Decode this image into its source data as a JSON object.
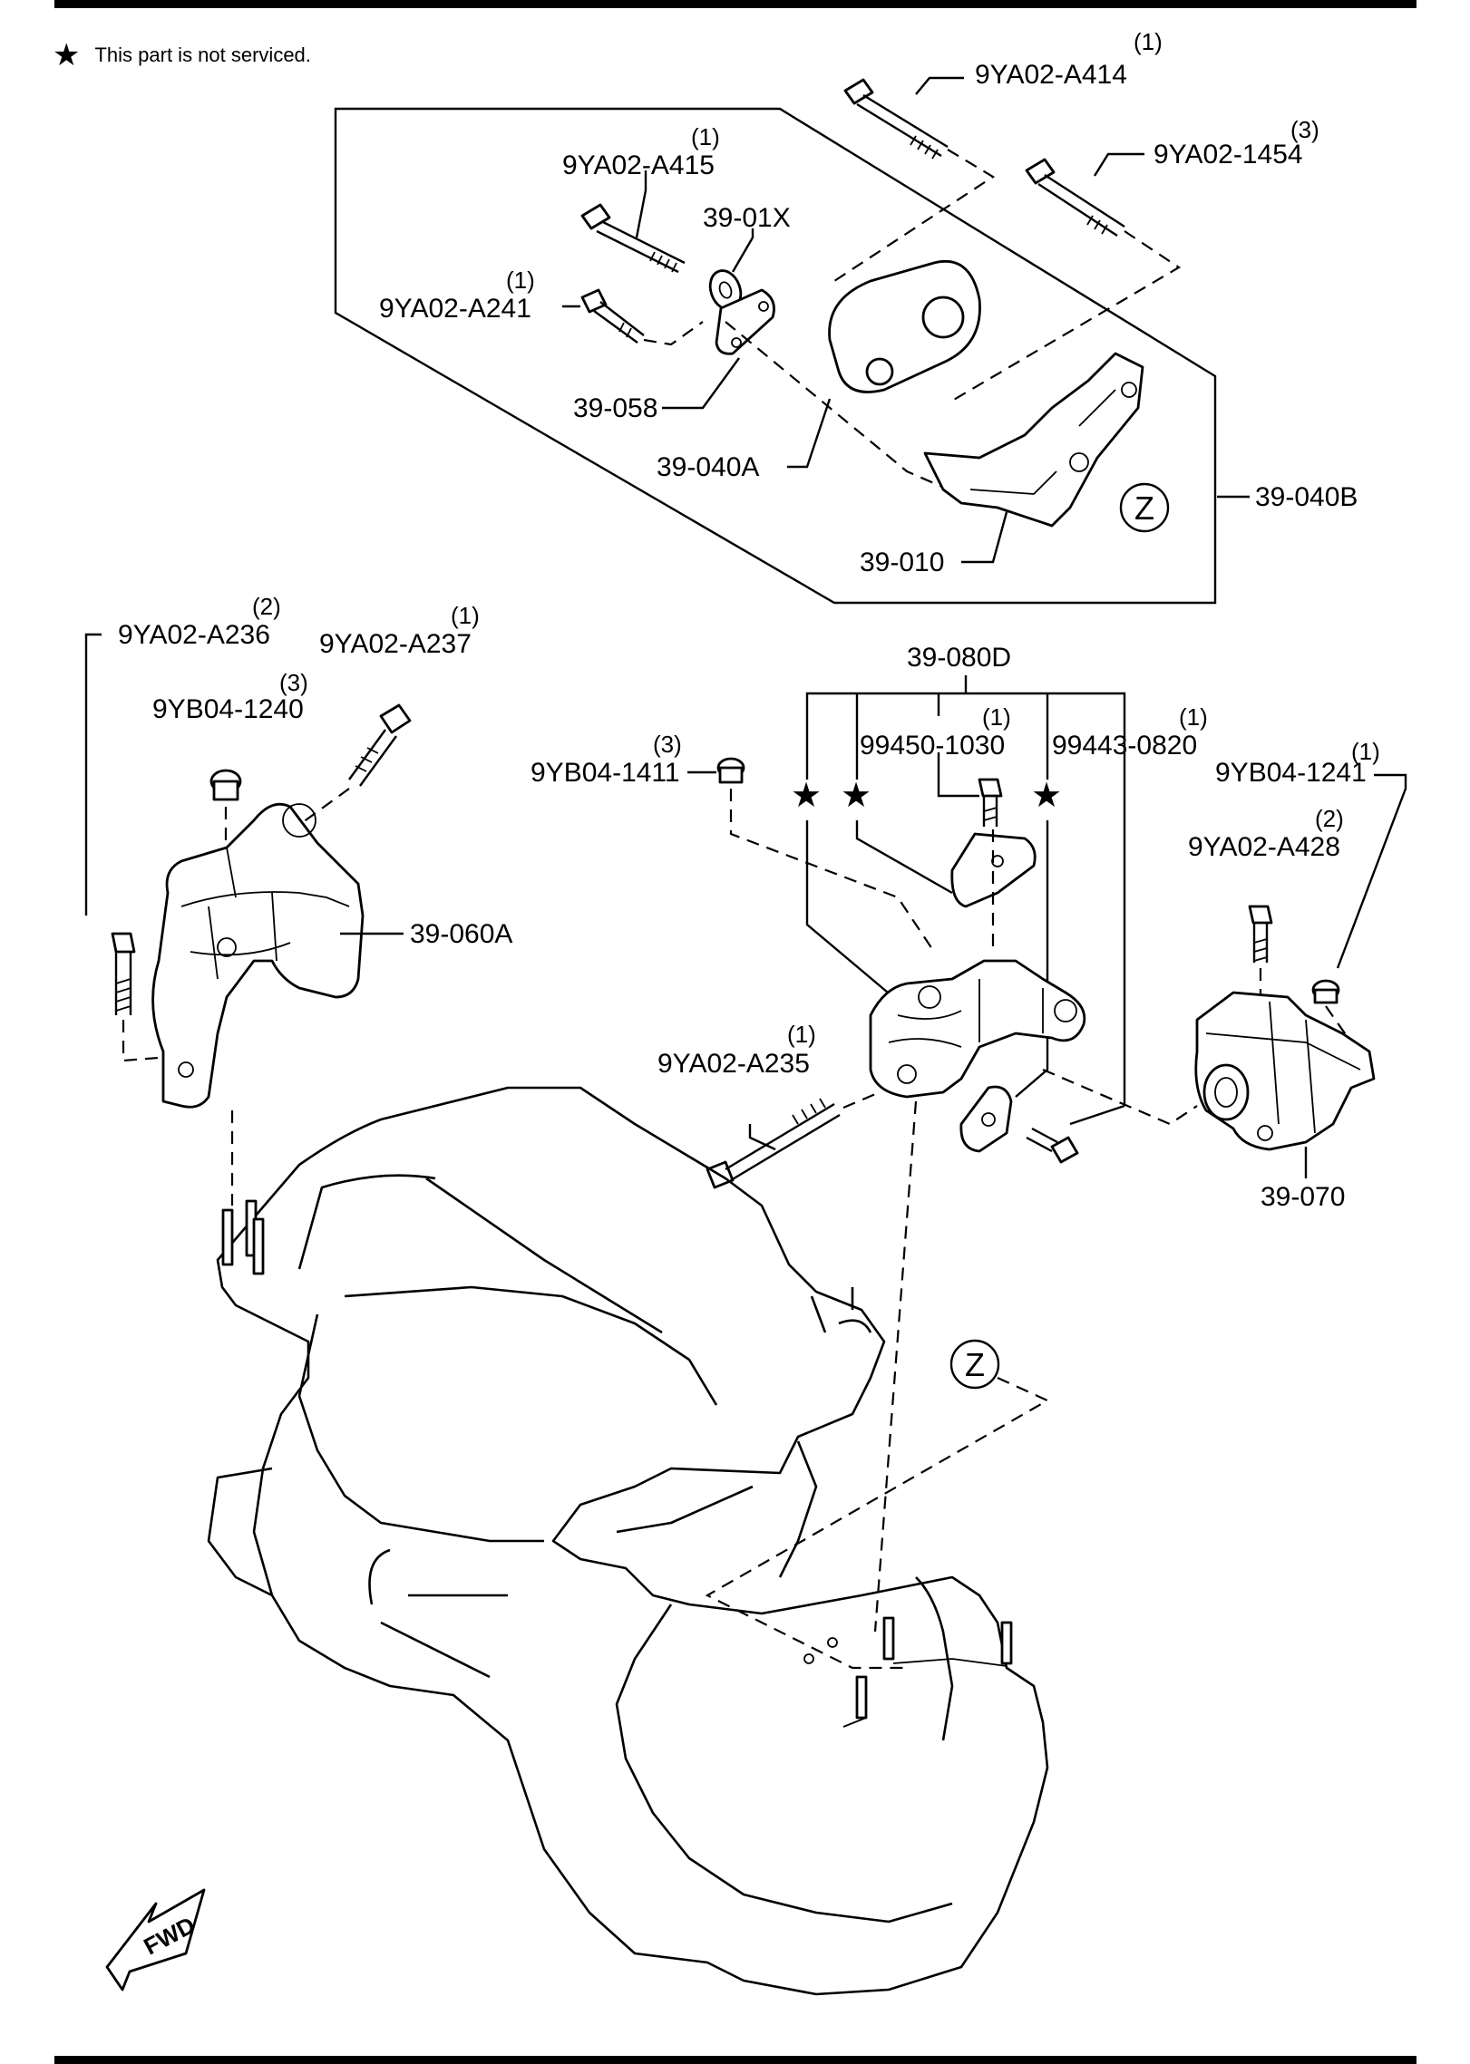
{
  "note": {
    "symbol": "★",
    "text": "This part is not serviced."
  },
  "labels": {
    "p9YA02_A414": "9YA02-A414",
    "q9YA02_A414": "(1)",
    "p9YA02_1454": "9YA02-1454",
    "q9YA02_1454": "(3)",
    "p9YA02_A415": "9YA02-A415",
    "q9YA02_A415": "(1)",
    "p39_01X": "39-01X",
    "p9YA02_A241": "9YA02-A241",
    "q9YA02_A241": "(1)",
    "p39_058": "39-058",
    "p39_040A": "39-040A",
    "p39_040B": "39-040B",
    "p39_010": "39-010",
    "callout_z": "Z",
    "p9YA02_A236": "9YA02-A236",
    "q9YA02_A236": "(2)",
    "p9YA02_A237": "9YA02-A237",
    "q9YA02_A237": "(1)",
    "p9YB04_1240": "9YB04-1240",
    "q9YB04_1240": "(3)",
    "p39_060A": "39-060A",
    "p39_080D": "39-080D",
    "p99450_1030": "99450-1030",
    "q99450_1030": "(1)",
    "p99443_0820": "99443-0820",
    "q99443_0820": "(1)",
    "p9YB04_1411": "9YB04-1411",
    "q9YB04_1411": "(3)",
    "p9YB04_1241": "9YB04-1241",
    "q9YB04_1241": "(1)",
    "p9YA02_A428": "9YA02-A428",
    "q9YA02_A428": "(2)",
    "p9YA02_A235": "9YA02-A235",
    "q9YA02_A235": "(1)",
    "p39_070": "39-070",
    "star": "★",
    "fwd": "FWD"
  },
  "icons": [
    "star-icon",
    "bolt-icon",
    "nut-icon",
    "washer-icon",
    "engine-block-outline",
    "fwd-arrow-icon"
  ]
}
